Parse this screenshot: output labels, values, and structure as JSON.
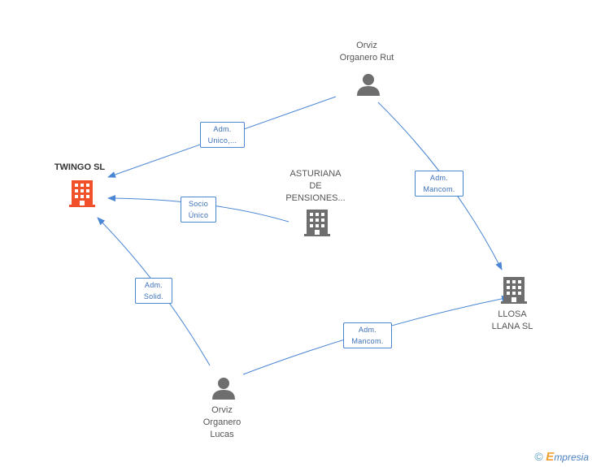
{
  "colors": {
    "edge": "#4a86d4",
    "building_main": "#f0512a",
    "building": "#6e6e6e",
    "person": "#6e6e6e"
  },
  "nodes": {
    "twingo": {
      "label": "TWINGO SL",
      "icon": "building-icon"
    },
    "orviz_rut": {
      "line1": "Orviz",
      "line2": "Organero Rut",
      "icon": "person-icon"
    },
    "asturiana": {
      "line1": "ASTURIANA",
      "line2": "DE",
      "line3": "PENSIONES...",
      "icon": "building-icon"
    },
    "llosa": {
      "line1": "LLOSA",
      "line2": "LLANA SL",
      "icon": "building-icon"
    },
    "orviz_lucas": {
      "line1": "Orviz",
      "line2": "Organero",
      "line3": "Lucas",
      "icon": "person-icon"
    }
  },
  "edges": {
    "rut_twingo": {
      "line1": "Adm.",
      "line2": "Unico,..."
    },
    "asturiana_twingo": {
      "line1": "Socio",
      "line2": "Único"
    },
    "lucas_twingo": {
      "line1": "Adm.",
      "line2": "Solid."
    },
    "rut_llosa": {
      "line1": "Adm.",
      "line2": "Mancom."
    },
    "lucas_llosa": {
      "line1": "Adm.",
      "line2": "Mancom."
    }
  },
  "footer": {
    "copyright": "©",
    "brand_first": "E",
    "brand_rest": "mpresia"
  }
}
